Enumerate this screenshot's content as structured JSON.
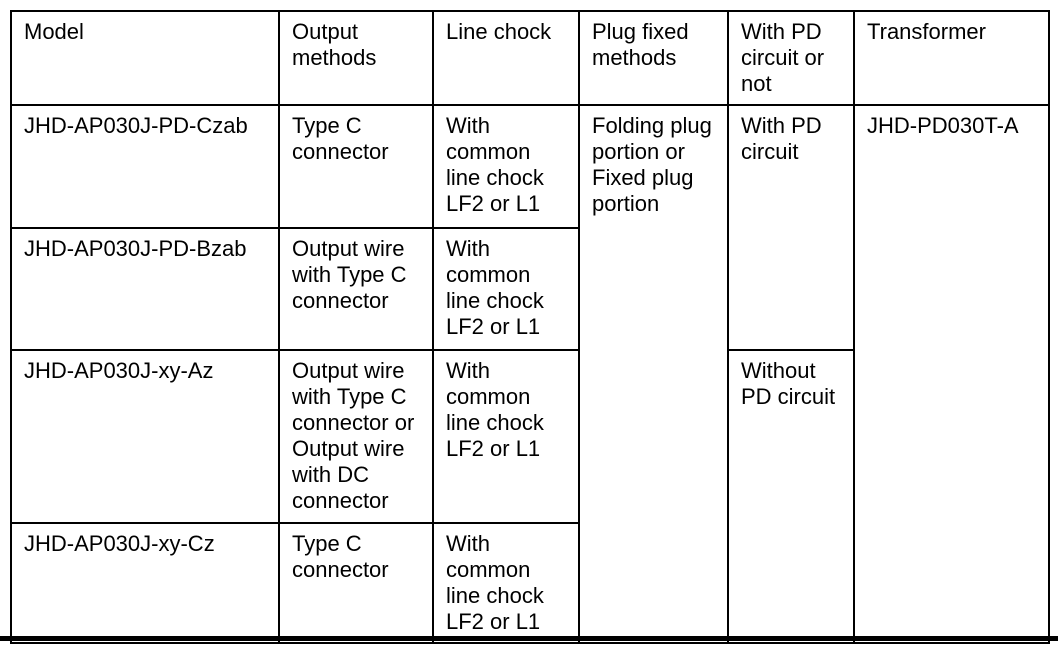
{
  "page": {
    "background_color": "#ffffff",
    "border_color": "#000000",
    "text_color": "#000000"
  },
  "table": {
    "headers": [
      "Model",
      "Output methods",
      "Line chock",
      "Plug fixed methods",
      "With PD circuit or not",
      "Transformer"
    ],
    "rows": [
      {
        "model": "JHD-AP030J-PD-Czab",
        "output_methods": "Type C connector",
        "line_chock": "With common line chock LF2 or L1"
      },
      {
        "model": "JHD-AP030J-PD-Bzab",
        "output_methods": "Output wire with Type C connector",
        "line_chock": "With common line chock LF2 or L1"
      },
      {
        "model": "JHD-AP030J-xy-Az",
        "output_methods": "Output wire with Type C connector or Output wire with DC connector",
        "line_chock": "With common line chock LF2 or L1"
      },
      {
        "model": "JHD-AP030J-xy-Cz",
        "output_methods": "Type C connector",
        "line_chock": "With common line chock LF2 or L1"
      }
    ],
    "plug_fixed_methods": "Folding plug portion or Fixed plug portion",
    "pd_circuit": {
      "with": "With PD circuit",
      "without": "Without PD circuit"
    },
    "transformer": "JHD-PD030T-A"
  }
}
